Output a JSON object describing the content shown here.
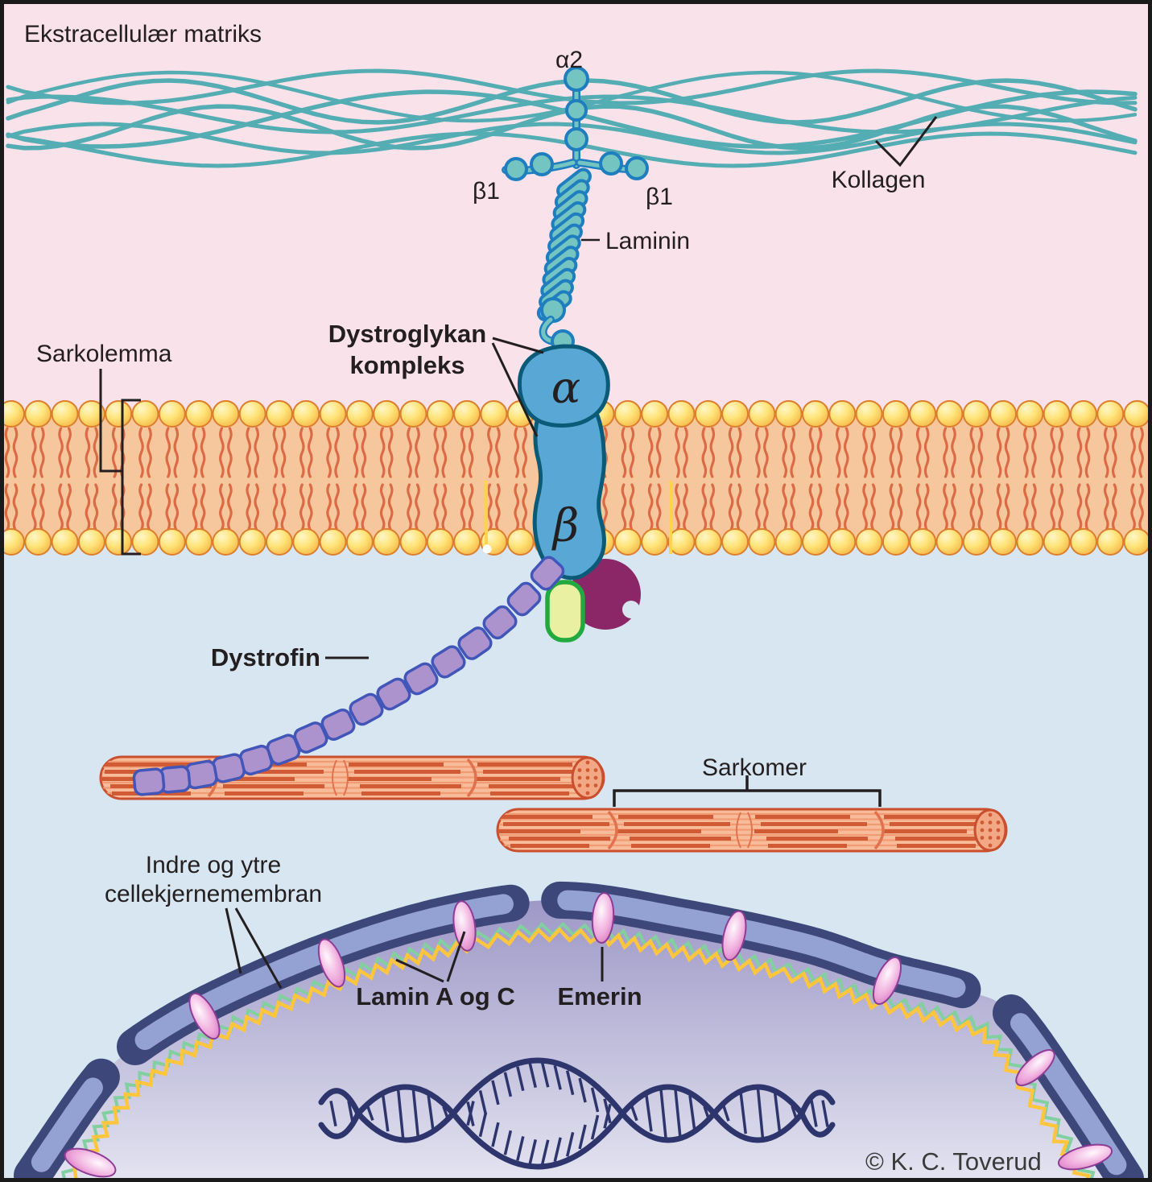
{
  "figure": {
    "title": "Ekstracellulær matriks",
    "copyright": "© K. C. Toverud",
    "labels": {
      "extracellular_matrix": "Ekstracellulær matriks",
      "kollagen": "Kollagen",
      "laminin": "Laminin",
      "alpha2": "α2",
      "beta1_left": "β1",
      "beta1_right": "β1",
      "dystroglycan_line1": "Dystroglykan",
      "dystroglycan_line2": "kompleks",
      "alpha_subunit": "α",
      "beta_subunit": "β",
      "sarkolemma": "Sarkolemma",
      "dystrofin": "Dystrofin",
      "sarkomer": "Sarkomer",
      "nuclear_membrane_line1": "Indre og ytre",
      "nuclear_membrane_line2": "cellekjernemembran",
      "lamin": "Lamin A og C",
      "emerin": "Emerin"
    },
    "colors": {
      "background_extracellular": "#FAE2EA",
      "background_intracellular": "#D8E6F1",
      "collagen": "#55ADB4",
      "laminin_fill": "#74C5C1",
      "laminin_stroke": "#1E7EBF",
      "dystroglycan_fill": "#58A7D4",
      "dystroglycan_stroke": "#0B5A78",
      "sarcoglycan_green_fill": "#E9F0A2",
      "sarcoglycan_green_stroke": "#22A93F",
      "sarcospan_magenta": "#8C2767",
      "dystrophin_fill": "#AC93CD",
      "dystrophin_stroke": "#4156B8",
      "membrane_interior": "#F6C79C",
      "lipid_head_light": "#FFF6C9",
      "lipid_head_mid": "#FFE479",
      "lipid_head_dark": "#F3AE3D",
      "lipid_head_stroke": "#DD7E2F",
      "lipid_tail": "#DB6A45",
      "yellow_channel": "#FFD34D",
      "myofibril_body": "#F8BC9A",
      "myofibril_line": "#F09B74",
      "myofibril_dark": "#D15B35",
      "myofibril_z": "#E2724D",
      "myofibril_outline": "#C94F2E",
      "myofibril_cap": "#F2A885",
      "nucleus_navy": "#3D4779",
      "nucleus_band": "#94A2D3",
      "nucleus_top": "#9E98C7",
      "nucleus_mid": "#C3C1DD",
      "nucleus_bottom": "#E4E4F1",
      "zigzag_green": "#82CFA0",
      "zigzag_yellow": "#FFC53D",
      "emerin_edge": "#C161AE",
      "emerin_mid": "#EFA9DC",
      "emerin_center": "#FFF8FD",
      "emerin_stroke": "#8E3C96",
      "dna": "#2E356D",
      "annotation": "#231F20",
      "border": "#1A1A1A"
    }
  }
}
